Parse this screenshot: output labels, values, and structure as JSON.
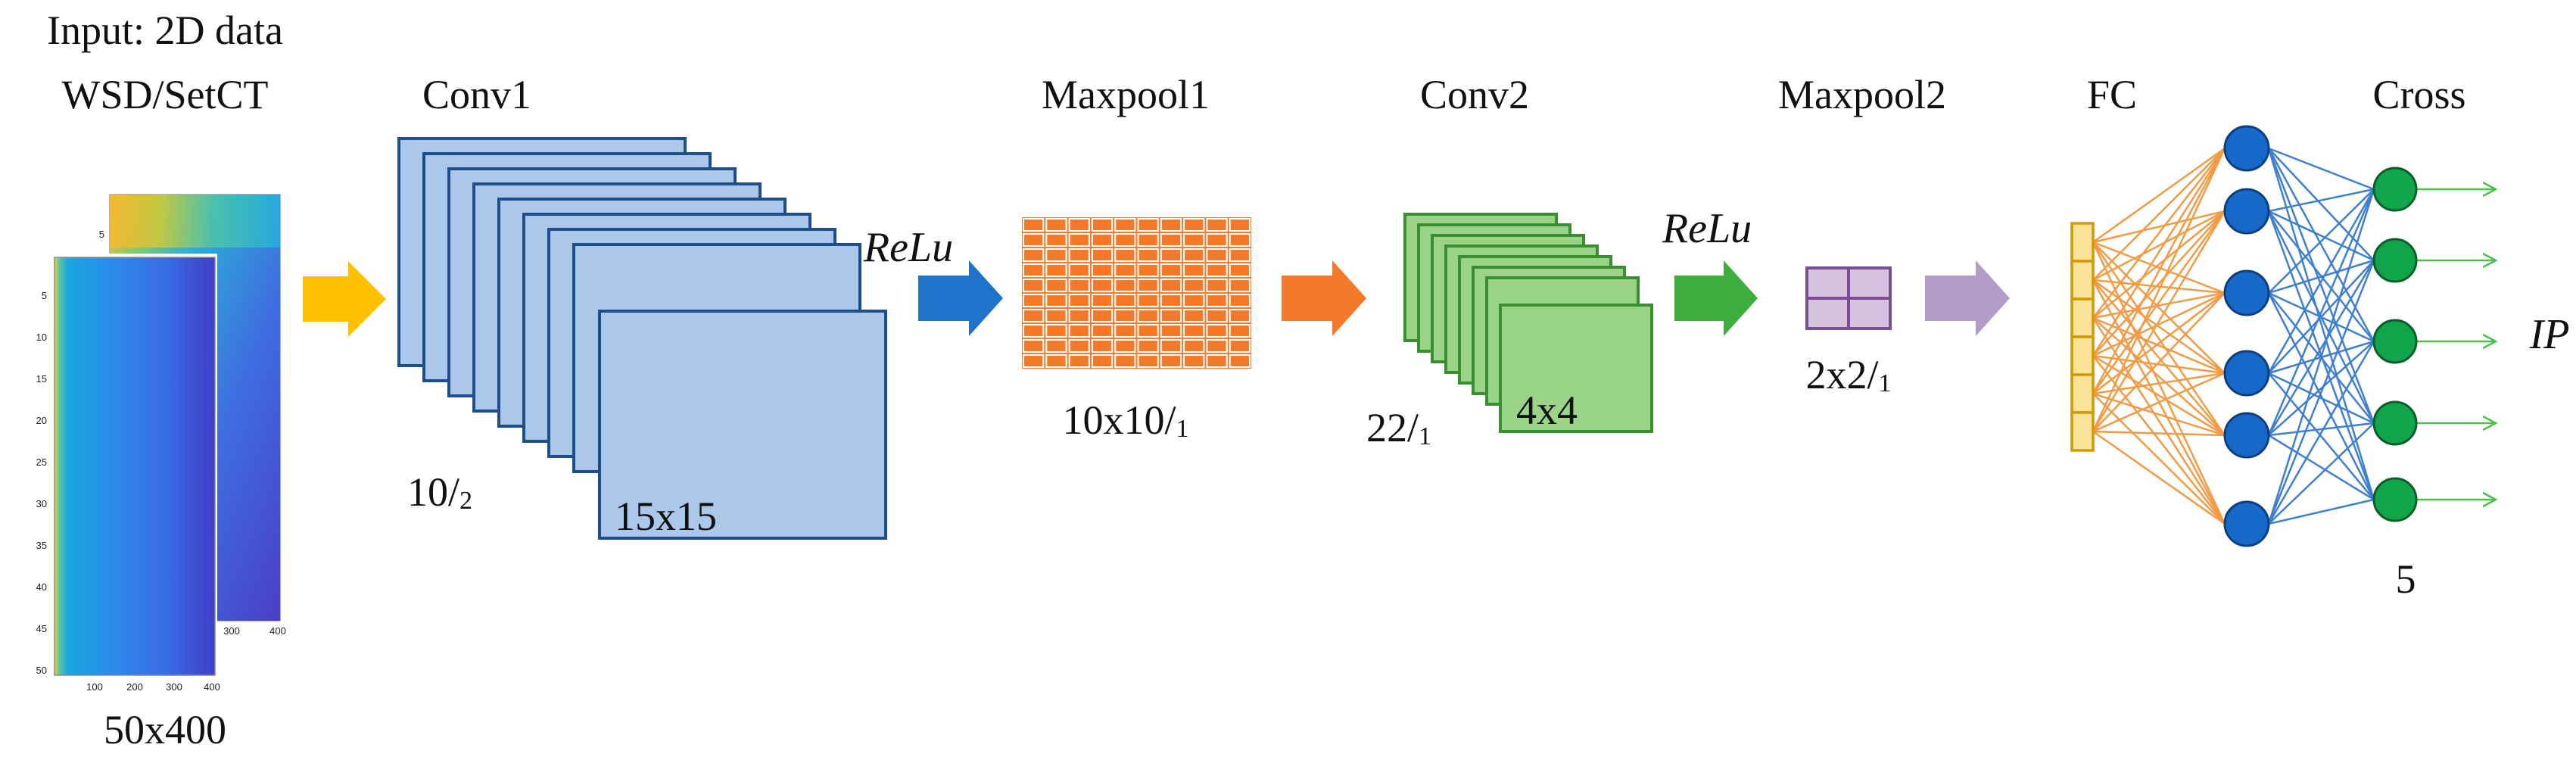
{
  "colors": {
    "input_arrow": "#FFC000",
    "relu1_arrow": "#1F73C8",
    "pool1_arrow": "#F5792A",
    "relu2_arrow": "#3DAE3D",
    "pool2_arrow": "#B49CC8",
    "conv1_fill": "#ABC8EA",
    "conv1_stroke": "#1F4E8C",
    "maxpool1_fill": "#F47A2A",
    "conv2_fill": "#99D489",
    "conv2_stroke": "#3A8F30",
    "maxpool2_fill": "#D6C3DF",
    "maxpool2_stroke": "#7A4E92",
    "fc_fill": "#FBE39A",
    "fc_stroke": "#D29A00",
    "hidden_node": "#1769C9",
    "output_node": "#10A54A",
    "orange_edges": "#F39A45",
    "blue_edges": "#3F7FD0",
    "green_edges": "#4CBF4C"
  },
  "labels": {
    "input_title_line1": "Input: 2D data",
    "input_title_line2": "WSD/SetCT",
    "input_size": "50x400",
    "conv1_title": "Conv1",
    "conv1_filters": "10/",
    "conv1_filters_sub": "2",
    "conv1_kernel": "15x15",
    "relu1": "ReLu",
    "maxpool1_title": "Maxpool1",
    "maxpool1_size": "10x10/",
    "maxpool1_size_sub": "1",
    "conv2_title": "Conv2",
    "conv2_filters": "22/",
    "conv2_filters_sub": "1",
    "conv2_kernel": "4x4",
    "relu2": "ReLu",
    "maxpool2_title": "Maxpool2",
    "maxpool2_size": "2x2/",
    "maxpool2_size_sub": "1",
    "fc_title": "FC",
    "cross_title": "Cross",
    "output_count": "5",
    "output_label": "IP"
  },
  "input_plot": {
    "front_y_ticks": [
      "5",
      "10",
      "15",
      "20",
      "25",
      "30",
      "35",
      "40",
      "45",
      "50"
    ],
    "front_x_ticks": [
      "100",
      "200",
      "300",
      "400"
    ],
    "back_y_ticks": [
      "5"
    ],
    "back_x_ticks": [
      "300",
      "400"
    ]
  }
}
